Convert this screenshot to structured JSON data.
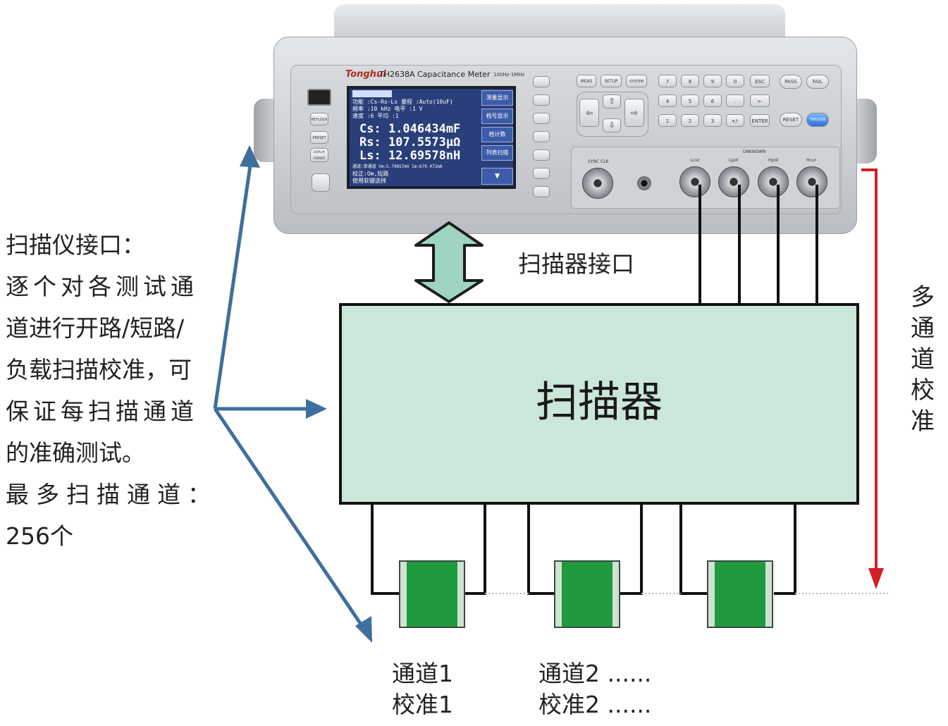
{
  "left_description": {
    "line1": "扫描仪接口：",
    "line2": "逐个对各测试通",
    "line3": "道进行开路/短路/",
    "line4": "负载扫描校准，可",
    "line5": "保证每扫描通道",
    "line6": "的准确测试。",
    "line7": "最多扫描通道：",
    "line8": "256个"
  },
  "scanner_interface_label": "扫描器接口",
  "scanner_label": "扫描器",
  "right_vertical": [
    "多",
    "通",
    "道",
    "校",
    "准"
  ],
  "channels": [
    {
      "line1": "通道1",
      "line2": "校准1"
    },
    {
      "line1": "通道2 ......",
      "line2": "校准2 ......"
    }
  ],
  "instrument": {
    "brand": "Tonghui",
    "model": "TH2638A  Capacitance Meter",
    "freq_range": "100Hz-1MHz",
    "lcd": {
      "row1": "功能  :Cs-Rs-Ls     量程  :Auto(10uF)",
      "row2": "频率  :10 kHz       电平  :1 V",
      "row3": "速度  :6            平均  :1",
      "cs": "Cs:  1.046434mF",
      "rs": "Rs:  107.5573μΩ",
      "ls": "Ls:  12.69578nH",
      "status1": "通道:单通道  Vm:5.79857mV  Im:679.472mA",
      "status2": "校正:Om,短路",
      "status3": "使用软键选择",
      "softkeys": [
        "测量显示",
        "档号显示",
        "档计数",
        "列表扫描"
      ]
    },
    "keys": {
      "meas": "MEAS",
      "setup": "SETUP",
      "system": "SYSTEM",
      "esc": "ESC",
      "enter": "ENTER",
      "reset": "RESET",
      "trigger": "TRIGGER",
      "pass": "PASS",
      "fail": "FAIL",
      "sync": "SYNC CLK",
      "unknown": "UNKNOWN",
      "lcur": "Lcur",
      "lpot": "Lpot",
      "hpot": "Hpot",
      "hcur": "Hcur",
      "keylock": "KEYLOCK",
      "preset": "PRESET",
      "display": "DISPLAY FORMAT"
    }
  },
  "colors": {
    "scanner_fill": "#cbe7da",
    "arrow_blue": "#3f6f9c",
    "double_arrow_fill": "#9fd4c1",
    "red_line": "#d21f26",
    "dut_green": "#18a23f",
    "lcd_blue": "#2a3f7a"
  }
}
